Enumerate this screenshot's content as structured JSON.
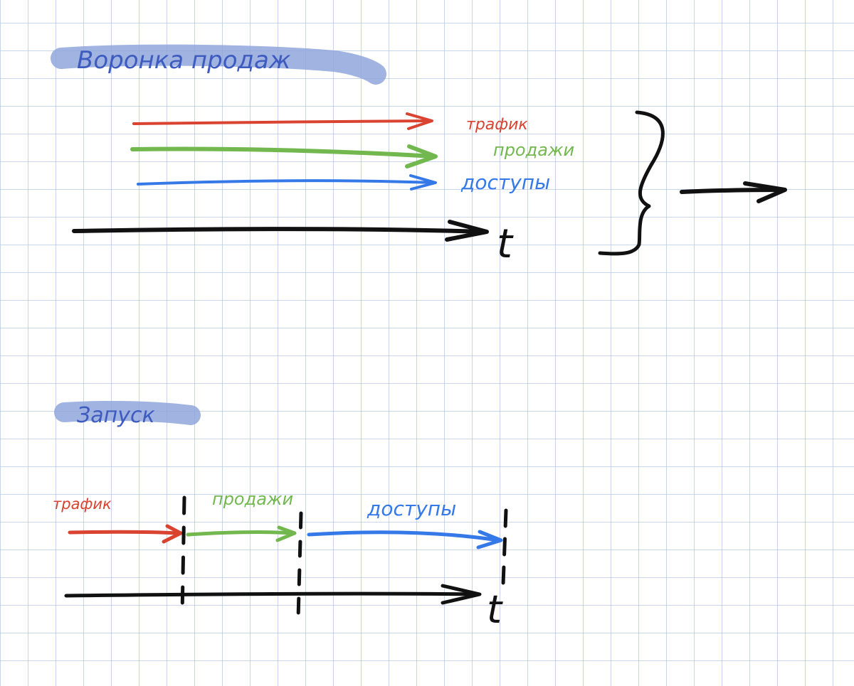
{
  "colors": {
    "grid": "#a9bde0",
    "highlight": "#8fa6dc",
    "heading_ink": "#3e5bbf",
    "traffic": "#d9432f",
    "sales": "#72b84e",
    "access": "#3578e8",
    "ink": "#111111"
  },
  "funnel": {
    "title": "Воронка продаж",
    "labels": {
      "traffic": "трафик",
      "sales": "продажи",
      "access": "доступы",
      "time": "t"
    }
  },
  "launch": {
    "title": "Запуск",
    "labels": {
      "traffic": "трафик",
      "sales": "продажи",
      "access": "доступы",
      "time": "t"
    }
  }
}
